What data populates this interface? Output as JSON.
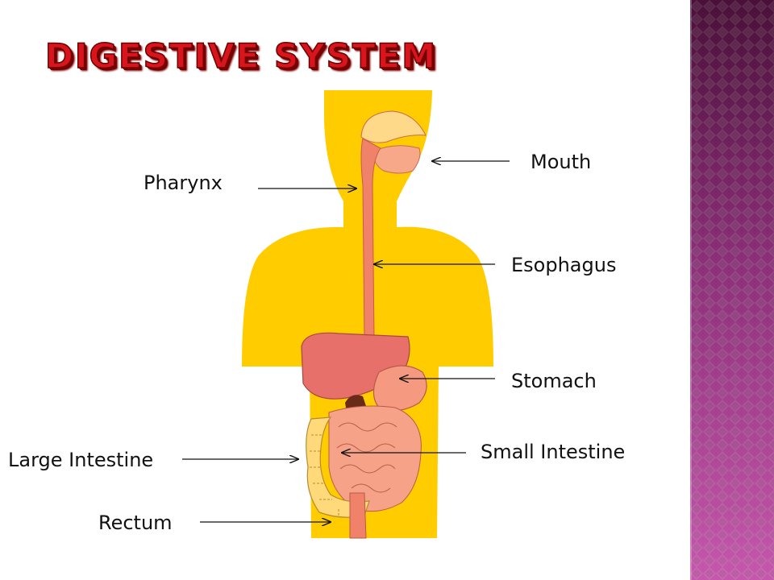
{
  "title": "Digestive System",
  "labels": {
    "mouth": "Mouth",
    "pharynx": "Pharynx",
    "esophagus": "Esophagus",
    "stomach": "Stomach",
    "small_intestine": "Small Intestine",
    "large_intestine": "Large Intestine",
    "rectum": "Rectum"
  },
  "colors": {
    "body": "#ffcc00",
    "organs": "#f0826a",
    "liver": "#e8706a",
    "intestine": "#ffd97a",
    "title": "#d8141c",
    "panel_dark": "#5a1848",
    "panel_light": "#c050a8"
  }
}
